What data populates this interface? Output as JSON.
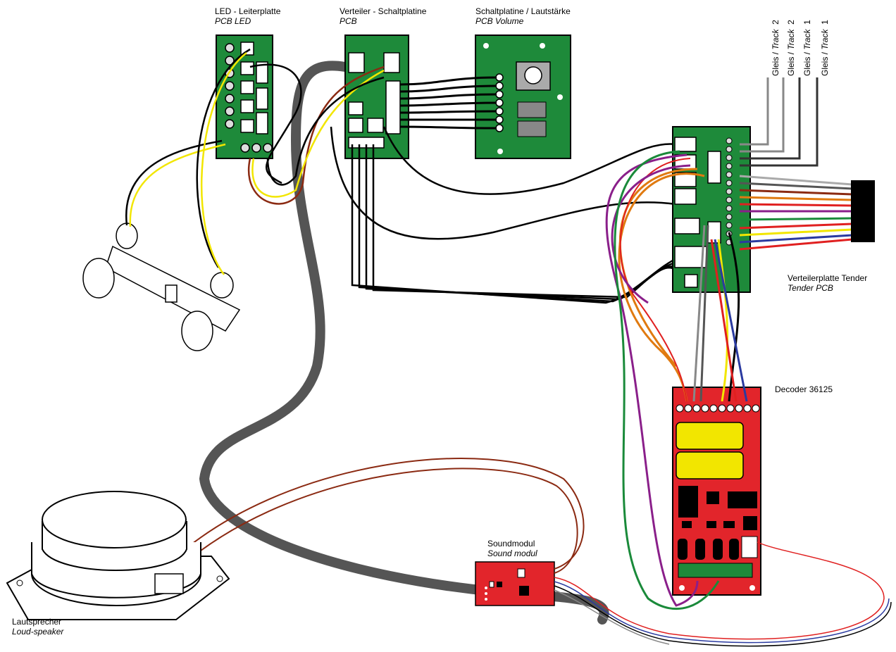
{
  "labels": {
    "led_pcb": {
      "de": "LED - Leiterplatte",
      "en": "PCB LED"
    },
    "verteiler_pcb": {
      "de": "Verteiler - Schaltplatine",
      "en": "PCB"
    },
    "volume_pcb": {
      "de": "Schaltplatine / Lautstärke",
      "en": "PCB Volume"
    },
    "tender_pcb": {
      "de": "Verteilerplatte Tender",
      "en": "Tender PCB"
    },
    "decoder": {
      "de": "Decoder 36125"
    },
    "soundmodul": {
      "de": "Soundmodul",
      "en": "Sound modul"
    },
    "speaker": {
      "de": "Lautsprecher",
      "en": "Loud-speaker"
    }
  },
  "tracks": [
    {
      "de": "Gleis / ",
      "en": "Track",
      "num": "2"
    },
    {
      "de": "Gleis / ",
      "en": "Track",
      "num": "2"
    },
    {
      "de": "Gleis / ",
      "en": "Track",
      "num": "1"
    },
    {
      "de": "Gleis / ",
      "en": "Track",
      "num": "1"
    }
  ],
  "colors": {
    "pcb_green": "#1e8a3a",
    "decoder_red": "#e2252b",
    "cable_gray": "#555555",
    "wire_yellow": "#f2e600",
    "wire_brown": "#8b2a12",
    "wire_purple": "#8a1f8a",
    "wire_orange": "#e07a10",
    "wire_green": "#1a8a3a",
    "wire_blue": "#2a3aa0",
    "wire_red": "#e02020"
  }
}
